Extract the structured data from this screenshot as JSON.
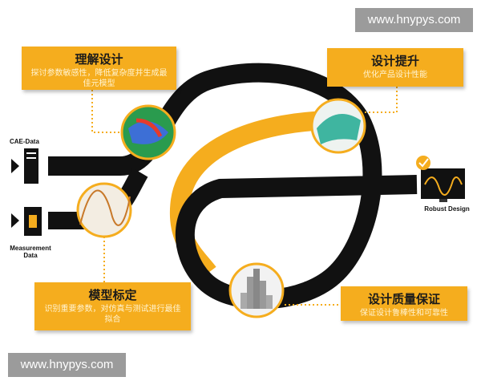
{
  "watermark": "www.hnypys.com",
  "inputs": {
    "cae": "CAE-Data",
    "measurement": "Measurement Data"
  },
  "output": "Robust Design",
  "steps": [
    {
      "title": "理解设计",
      "desc": "探讨参数敏感性，降低复杂度并生成最佳元模型"
    },
    {
      "title": "设计提升",
      "desc": "优化产品设计性能"
    },
    {
      "title": "模型标定",
      "desc": "识别重要参数，对仿真与测试进行最佳拟合"
    },
    {
      "title": "设计质量保证",
      "desc": "保证设计鲁棒性和可靠性"
    }
  ],
  "colors": {
    "accent": "#f5ad1e",
    "band": "#111111",
    "watermark_bg": "#9b9b9b"
  }
}
